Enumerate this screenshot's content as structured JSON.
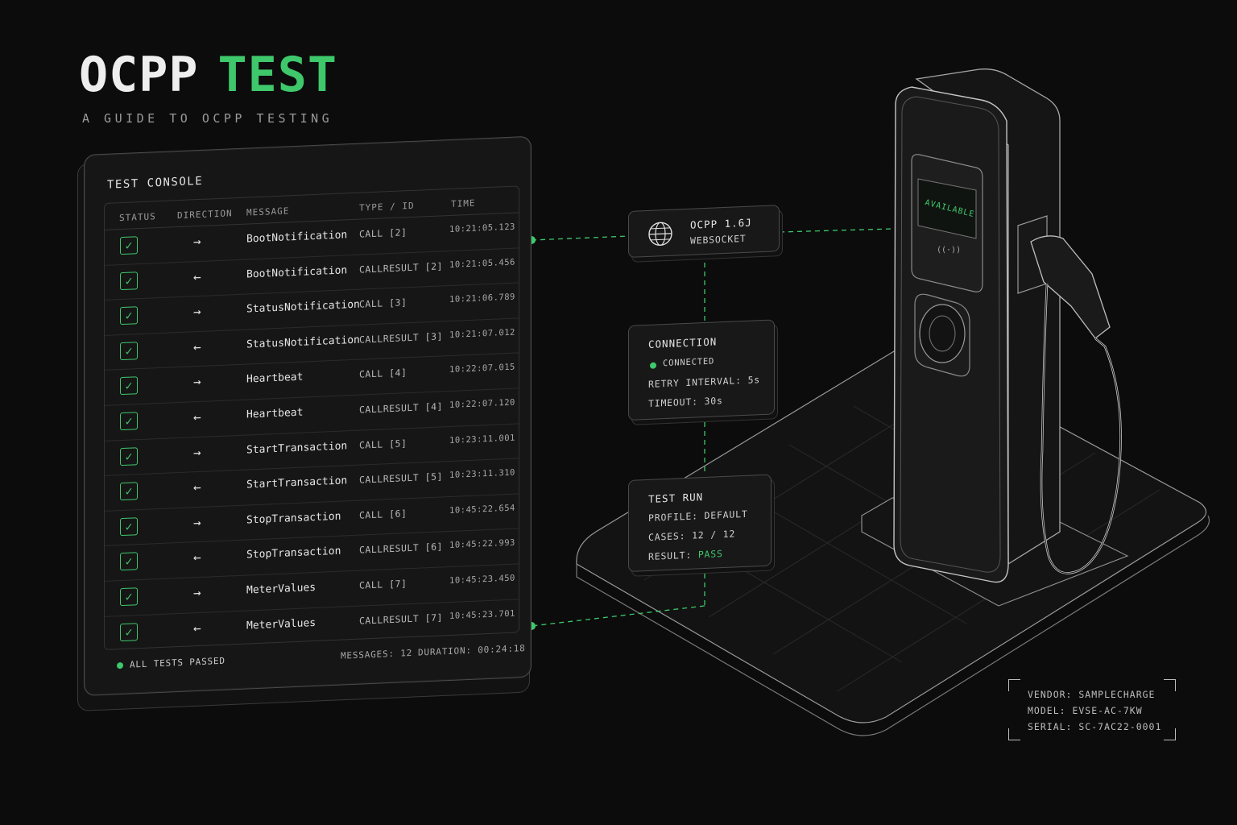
{
  "header": {
    "title_a": "OCPP",
    "title_b": "TEST",
    "subtitle": "A GUIDE TO OCPP TESTING"
  },
  "colors": {
    "accent": "#3ec86b",
    "background": "#0c0c0c",
    "panel": "#161616"
  },
  "console": {
    "title": "TEST CONSOLE",
    "columns": [
      "STATUS",
      "DIRECTION",
      "MESSAGE",
      "TYPE / ID",
      "TIME"
    ],
    "rows": [
      {
        "dir": "→",
        "message": "BootNotification",
        "type": "CALL [2]",
        "time": "10:21:05.123"
      },
      {
        "dir": "←",
        "message": "BootNotification",
        "type": "CALLRESULT [2]",
        "time": "10:21:05.456"
      },
      {
        "dir": "→",
        "message": "StatusNotification",
        "type": "CALL [3]",
        "time": "10:21:06.789"
      },
      {
        "dir": "←",
        "message": "StatusNotification",
        "type": "CALLRESULT [3]",
        "time": "10:21:07.012"
      },
      {
        "dir": "→",
        "message": "Heartbeat",
        "type": "CALL [4]",
        "time": "10:22:07.015"
      },
      {
        "dir": "←",
        "message": "Heartbeat",
        "type": "CALLRESULT [4]",
        "time": "10:22:07.120"
      },
      {
        "dir": "→",
        "message": "StartTransaction",
        "type": "CALL [5]",
        "time": "10:23:11.001"
      },
      {
        "dir": "←",
        "message": "StartTransaction",
        "type": "CALLRESULT [5]",
        "time": "10:23:11.310"
      },
      {
        "dir": "→",
        "message": "StopTransaction",
        "type": "CALL [6]",
        "time": "10:45:22.654"
      },
      {
        "dir": "←",
        "message": "StopTransaction",
        "type": "CALLRESULT [6]",
        "time": "10:45:22.993"
      },
      {
        "dir": "→",
        "message": "MeterValues",
        "type": "CALL [7]",
        "time": "10:45:23.450"
      },
      {
        "dir": "←",
        "message": "MeterValues",
        "type": "CALLRESULT [7]",
        "time": "10:45:23.701"
      }
    ],
    "messages_count": "MESSAGES: 12",
    "duration": "DURATION: 00:24:18",
    "status_text": "ALL TESTS PASSED"
  },
  "protocol": {
    "line1": "OCPP 1.6J",
    "line2": "WEBSOCKET",
    "icon": "globe-icon"
  },
  "connection": {
    "title": "CONNECTION",
    "state": "CONNECTED",
    "retry": "RETRY INTERVAL: 5s",
    "timeout": "TIMEOUT: 30s"
  },
  "test_run": {
    "title": "TEST RUN",
    "profile": "PROFILE: DEFAULT",
    "cases": "CASES: 12 / 12",
    "result_label": "RESULT:",
    "result_value": "PASS"
  },
  "charger": {
    "screen_text": "AVAILABLE",
    "icon": "nfc-icon"
  },
  "spec": {
    "vendor": "VENDOR: SAMPLECHARGE",
    "model": "MODEL: EVSE-AC-7KW",
    "serial": "SERIAL: SC-7AC22-0001"
  }
}
